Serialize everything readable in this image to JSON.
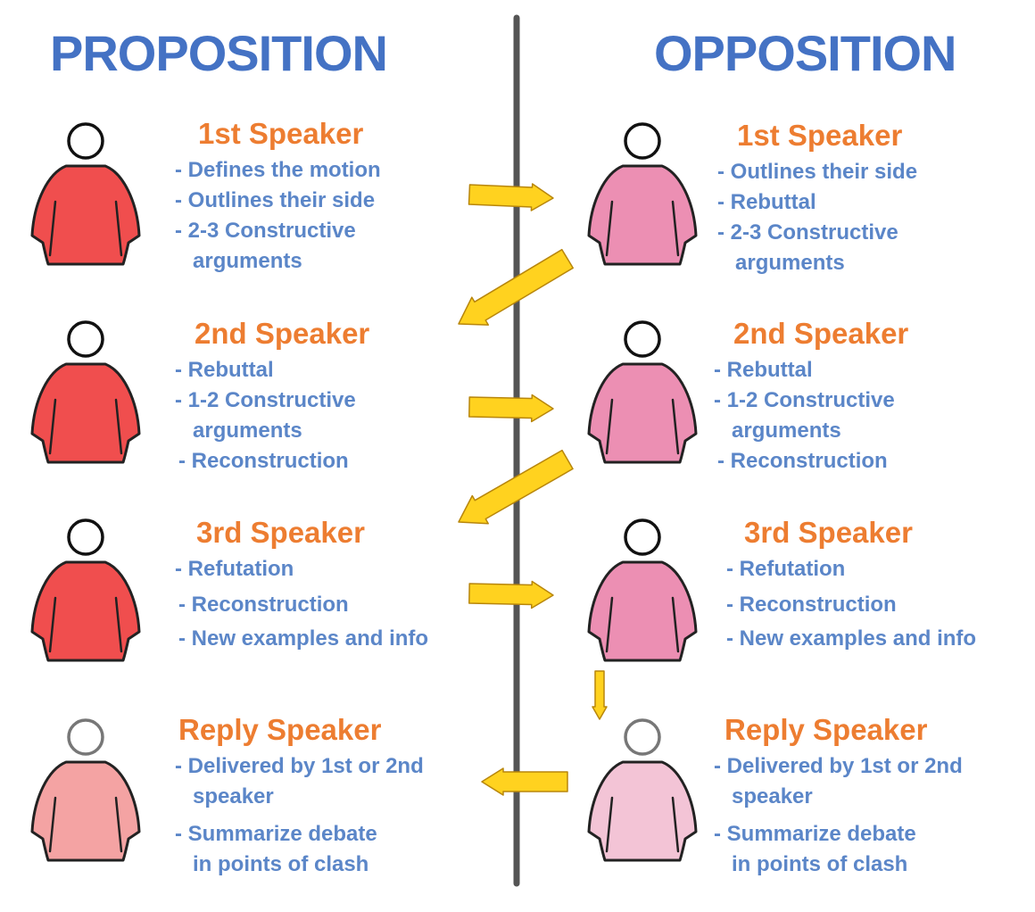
{
  "colors": {
    "header": "#4472c4",
    "speaker_title": "#ed7d31",
    "point_text": "#5b86c8",
    "divider": "#555555",
    "arrow_fill": "#ffd21f",
    "arrow_stroke": "#b8860b",
    "head_stroke": "#111111",
    "body_stroke": "#222222",
    "prop_body": "#f04e4e",
    "prop_reply_body": "#f4a3a3",
    "opp_body": "#ec8fb3",
    "opp_reply_body": "#f3c4d6"
  },
  "proposition": {
    "header": "PROPOSITION",
    "speakers": [
      {
        "title": "1st Speaker",
        "lines": [
          "- Defines the motion",
          "- Outlines their side",
          "- 2-3 Constructive",
          "arguments"
        ]
      },
      {
        "title": "2nd Speaker",
        "lines": [
          "- Rebuttal",
          "- 1-2 Constructive",
          "arguments",
          "- Reconstruction"
        ]
      },
      {
        "title": "3rd Speaker",
        "lines": [
          "- Refutation",
          "- Reconstruction",
          "- New examples and info"
        ]
      },
      {
        "title": "Reply Speaker",
        "lines": [
          "- Delivered by 1st or 2nd",
          "speaker",
          "- Summarize debate",
          "in points of clash"
        ]
      }
    ]
  },
  "opposition": {
    "header": "OPPOSITION",
    "speakers": [
      {
        "title": "1st Speaker",
        "lines": [
          "- Outlines their side",
          "- Rebuttal",
          "- 2-3 Constructive",
          "arguments"
        ]
      },
      {
        "title": "2nd Speaker",
        "lines": [
          "- Rebuttal",
          "- 1-2 Constructive",
          "arguments",
          "- Reconstruction"
        ]
      },
      {
        "title": "3rd Speaker",
        "lines": [
          "- Refutation",
          "- Reconstruction",
          "- New examples and info"
        ]
      },
      {
        "title": "Reply Speaker",
        "lines": [
          "- Delivered by 1st or 2nd",
          "speaker",
          "- Summarize debate",
          "in points of clash"
        ]
      }
    ]
  }
}
